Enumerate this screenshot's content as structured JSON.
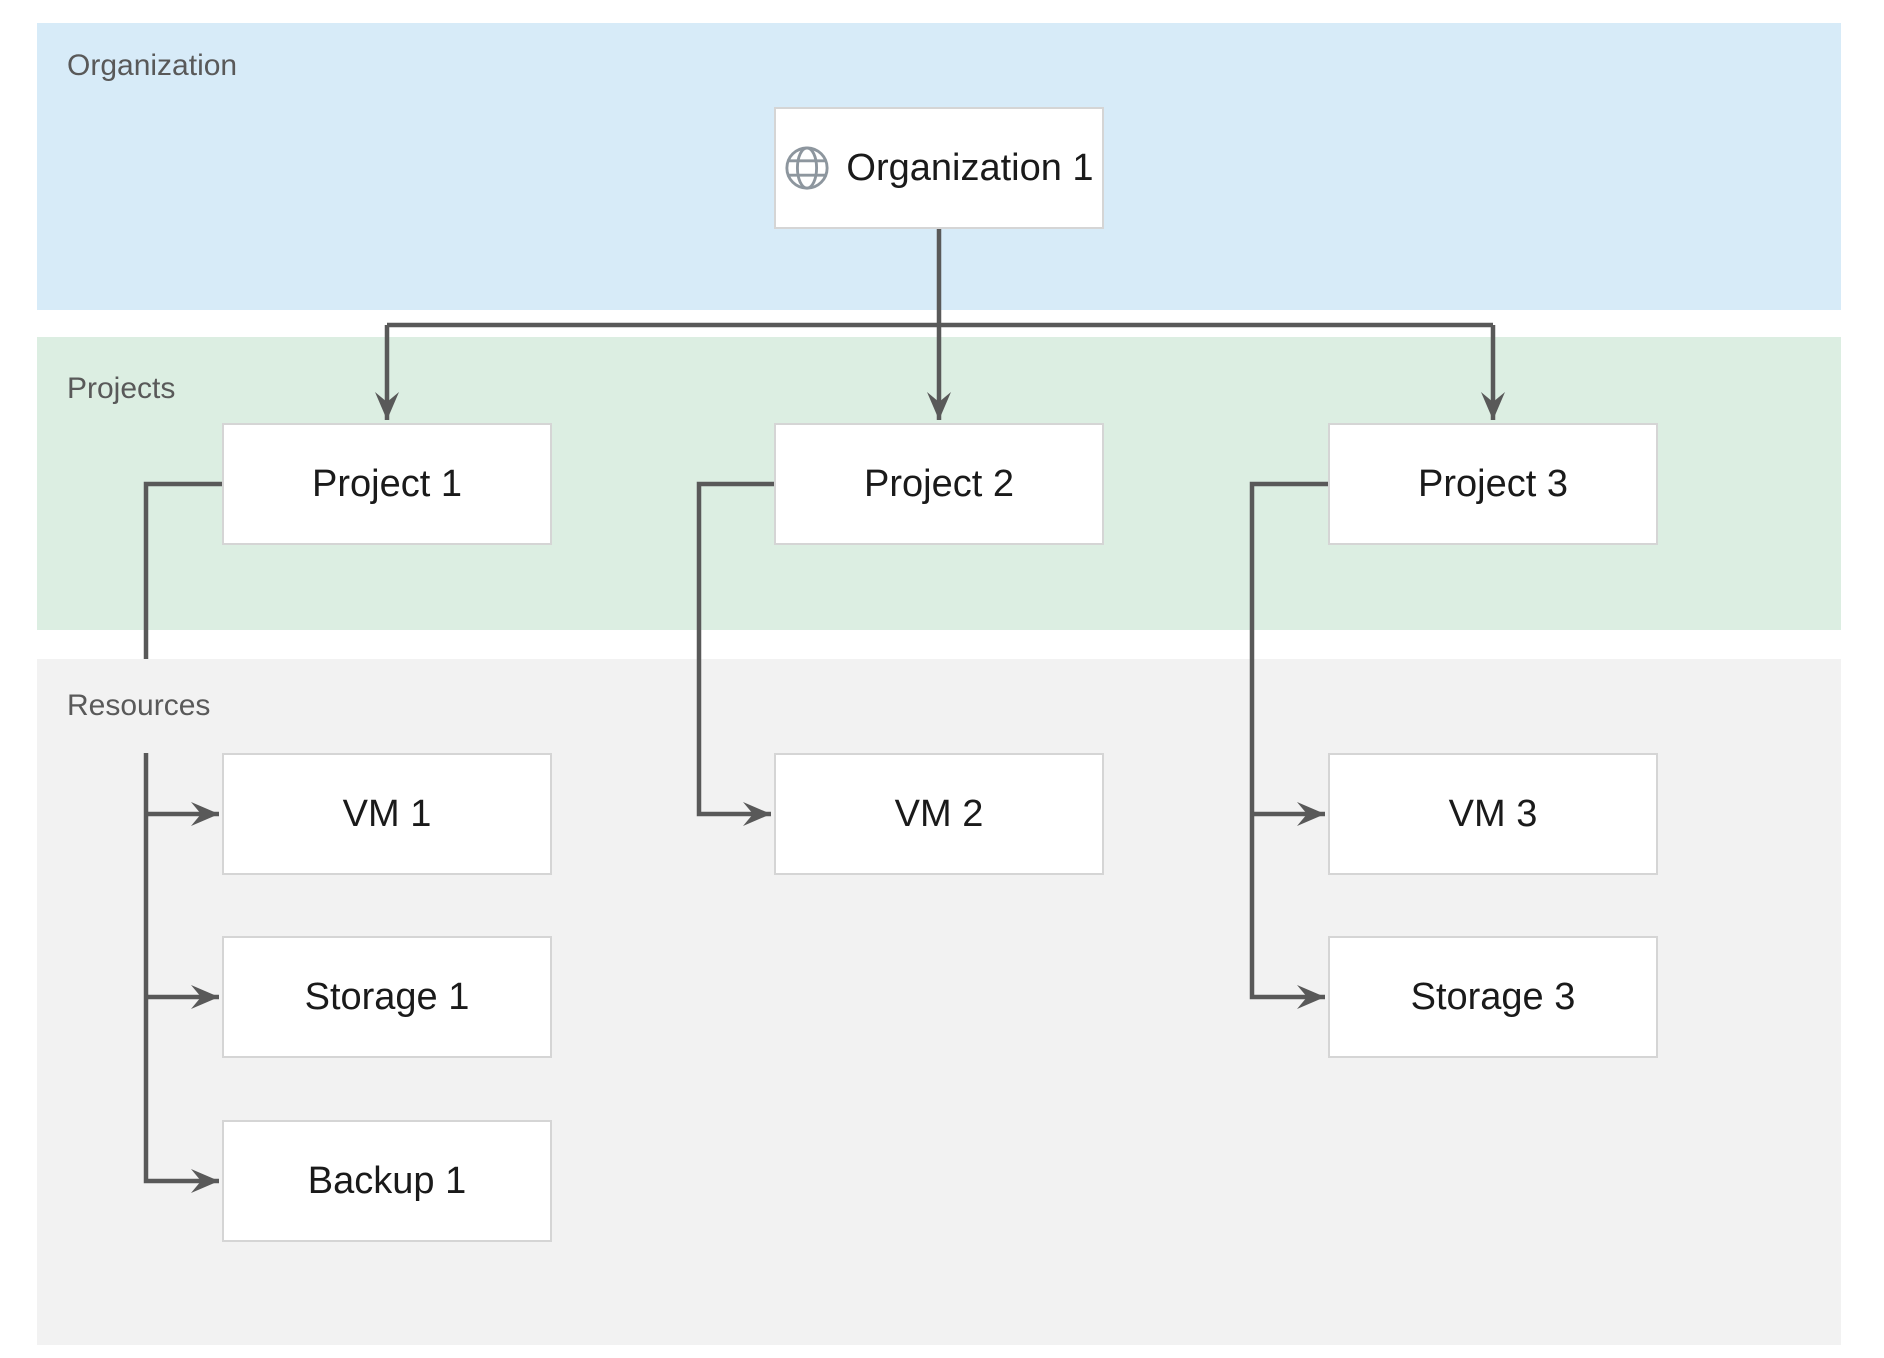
{
  "bands": {
    "organization": {
      "label": "Organization",
      "color": "#d7ebf8"
    },
    "projects": {
      "label": "Projects",
      "color": "#dceee2"
    },
    "resources": {
      "label": "Resources",
      "color": "#f2f2f2"
    }
  },
  "nodes": {
    "organization1": {
      "label": "Organization 1",
      "icon": "globe-icon"
    },
    "project1": {
      "label": "Project 1"
    },
    "project2": {
      "label": "Project 2"
    },
    "project3": {
      "label": "Project 3"
    },
    "vm1": {
      "label": "VM 1"
    },
    "vm2": {
      "label": "VM 2"
    },
    "vm3": {
      "label": "VM 3"
    },
    "storage1": {
      "label": "Storage 1"
    },
    "storage3": {
      "label": "Storage 3"
    },
    "backup1": {
      "label": "Backup 1"
    }
  },
  "colors": {
    "connector": "#595959",
    "node_border": "#d5d5d5",
    "node_background": "#ffffff",
    "node_text": "#1a1a1a",
    "band_label_text": "#595959",
    "globe_icon": "#8d969e"
  }
}
